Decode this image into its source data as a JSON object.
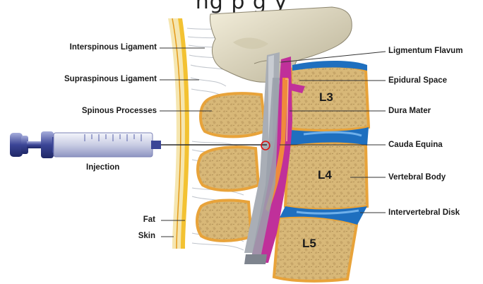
{
  "title_strip": "ng p                    g                   y",
  "labels": {
    "interspinous_ligament": "Interspinous Ligament",
    "supraspinous_ligament": "Supraspinous Ligament",
    "spinous_processes": "Spinous Processes",
    "injection": "Injection",
    "fat": "Fat",
    "skin": "Skin",
    "ligmentum_flavum": "Ligmentum Flavum",
    "epidural_space": "Epidural Space",
    "dura_mater": "Dura Mater",
    "cauda_equina": "Cauda Equina",
    "vertebral_body": "Vertebral Body",
    "intervertebral_disk": "Intervertebral Disk"
  },
  "vertebrae": {
    "l3": "L3",
    "l4": "L4",
    "l5": "L5"
  },
  "colors": {
    "bone": "#d8b878",
    "bone_edge": "#e8a33a",
    "disk": "#1e6fbf",
    "dura": "#c0309a",
    "cord": "#f08a3c",
    "ligament_gray": "#a9aeb6",
    "fat": "#f3c232",
    "skin": "#f5e6b0",
    "syringe_blue": "#5560a8"
  }
}
